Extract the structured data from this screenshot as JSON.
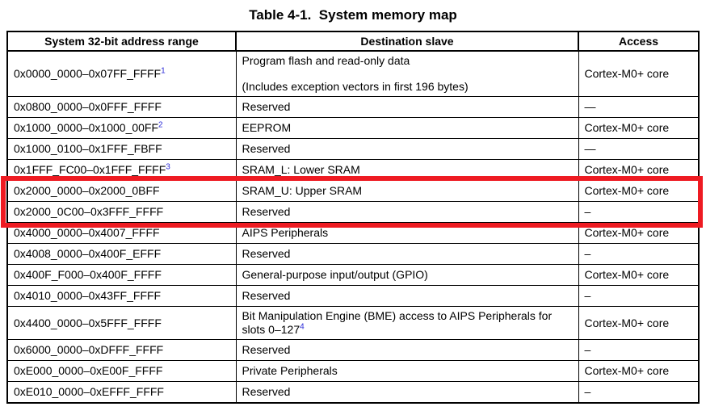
{
  "title": "Table 4-1.  System memory map",
  "colors": {
    "highlight_red": "#ee1b22",
    "footnote_blue": "#2b2bd8",
    "table_border": "#000000"
  },
  "table": {
    "columns": [
      "System 32-bit address range",
      "Destination slave",
      "Access"
    ],
    "rows": [
      {
        "address": "0x0000_0000–0x07FF_FFFF",
        "sup": "1",
        "destination": [
          "Program flash and read-only data",
          "(Includes exception vectors in first 196 bytes)"
        ],
        "access": "Cortex-M0+ core",
        "highlighted": false
      },
      {
        "address": "0x0800_0000–0x0FFF_FFFF",
        "sup": "",
        "destination": [
          "Reserved"
        ],
        "access": "—",
        "highlighted": false
      },
      {
        "address": "0x1000_0000–0x1000_00FF",
        "sup": "2",
        "destination": [
          "EEPROM"
        ],
        "access": "Cortex-M0+ core",
        "highlighted": false
      },
      {
        "address": "0x1000_0100–0x1FFF_FBFF",
        "sup": "",
        "destination": [
          "Reserved"
        ],
        "access": "—",
        "highlighted": false
      },
      {
        "address": "0x1FFF_FC00–0x1FFF_FFFF",
        "sup": "3",
        "destination": [
          "SRAM_L: Lower SRAM"
        ],
        "access": "Cortex-M0+ core",
        "highlighted": false
      },
      {
        "address": "0x2000_0000–0x2000_0BFF",
        "sup": "",
        "destination": [
          "SRAM_U: Upper SRAM"
        ],
        "access": "Cortex-M0+ core",
        "highlighted": true
      },
      {
        "address": "0x2000_0C00–0x3FFF_FFFF",
        "sup": "",
        "destination": [
          "Reserved"
        ],
        "access": "–",
        "highlighted": true
      },
      {
        "address": "0x4000_0000–0x4007_FFFF",
        "sup": "",
        "destination": [
          "AIPS Peripherals"
        ],
        "access": "Cortex-M0+ core",
        "highlighted": false
      },
      {
        "address": "0x4008_0000–0x400F_EFFF",
        "sup": "",
        "destination": [
          "Reserved"
        ],
        "access": "–",
        "highlighted": false
      },
      {
        "address": "0x400F_F000–0x400F_FFFF",
        "sup": "",
        "destination": [
          "General-purpose input/output (GPIO)"
        ],
        "access": "Cortex-M0+ core",
        "highlighted": false
      },
      {
        "address": "0x4010_0000–0x43FF_FFFF",
        "sup": "",
        "destination": [
          "Reserved"
        ],
        "access": "–",
        "highlighted": false
      },
      {
        "address": "0x4400_0000–0x5FFF_FFFF",
        "sup": "",
        "destination": [
          "Bit Manipulation Engine (BME) access to AIPS Peripherals for slots 0–127"
        ],
        "dest_sup": "4",
        "access": "Cortex-M0+ core",
        "highlighted": false
      },
      {
        "address": "0x6000_0000–0xDFFF_FFFF",
        "sup": "",
        "destination": [
          "Reserved"
        ],
        "access": "–",
        "highlighted": false
      },
      {
        "address": "0xE000_0000–0xE00F_FFFF",
        "sup": "",
        "destination": [
          "Private Peripherals"
        ],
        "access": "Cortex-M0+ core",
        "highlighted": false
      },
      {
        "address": "0xE010_0000–0xEFFF_FFFF",
        "sup": "",
        "destination": [
          "Reserved"
        ],
        "access": "–",
        "highlighted": false
      }
    ]
  },
  "highlight_note": "red annotation box around SRAM_U and following Reserved row"
}
